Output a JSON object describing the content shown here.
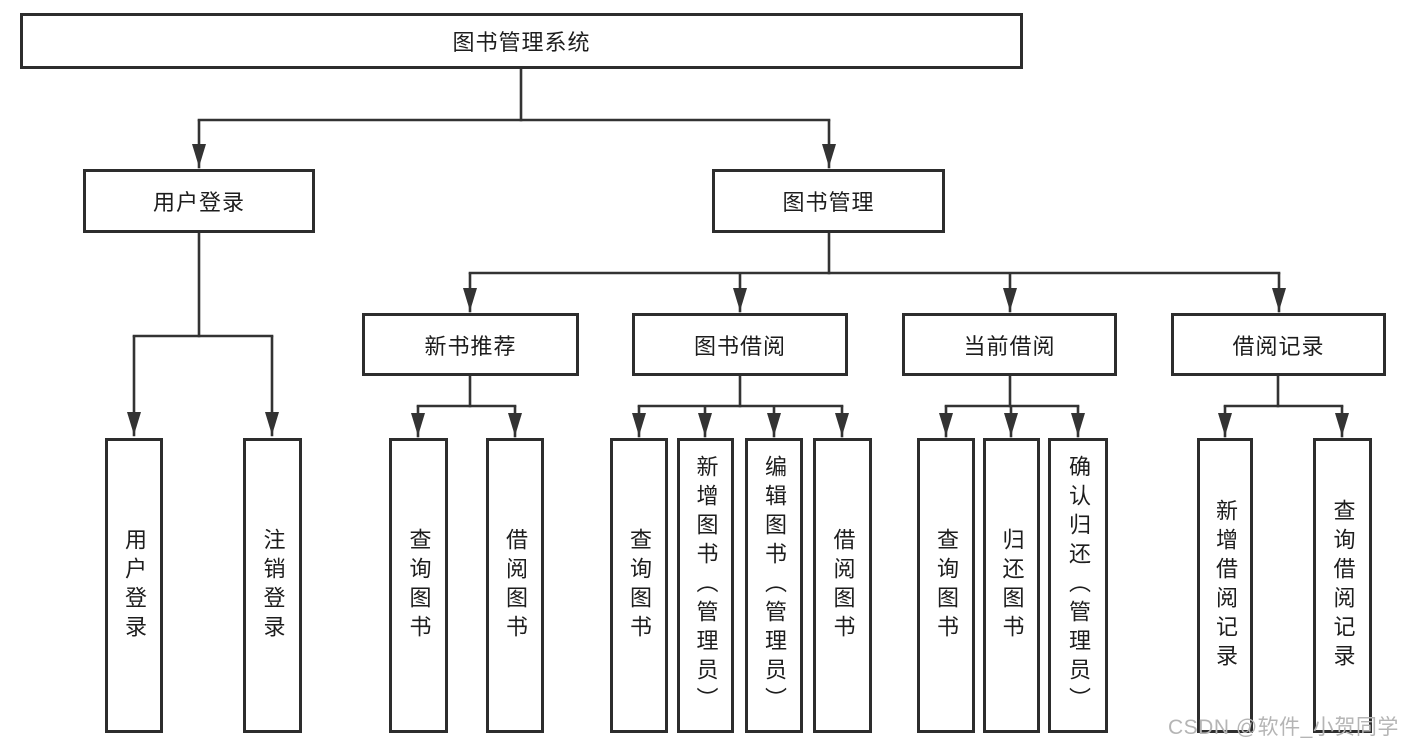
{
  "diagram": {
    "root": {
      "label": "图书管理系统",
      "children": [
        {
          "label": "用户登录",
          "children": [
            {
              "label": "用户登录"
            },
            {
              "label": "注销登录"
            }
          ]
        },
        {
          "label": "图书管理",
          "children": [
            {
              "label": "新书推荐",
              "children": [
                {
                  "label": "查询图书"
                },
                {
                  "label": "借阅图书"
                }
              ]
            },
            {
              "label": "图书借阅",
              "children": [
                {
                  "label": "查询图书"
                },
                {
                  "label": "新增图书（管理员）"
                },
                {
                  "label": "编辑图书（管理员）"
                },
                {
                  "label": "借阅图书"
                }
              ]
            },
            {
              "label": "当前借阅",
              "children": [
                {
                  "label": "查询图书"
                },
                {
                  "label": "归还图书"
                },
                {
                  "label": "确认归还（管理员）"
                }
              ]
            },
            {
              "label": "借阅记录",
              "children": [
                {
                  "label": "新增借阅记录"
                },
                {
                  "label": "查询借阅记录"
                }
              ]
            }
          ]
        }
      ]
    }
  },
  "watermark": {
    "text": "CSDN @软件_小贺同学"
  },
  "colors": {
    "line": "#333333",
    "box_border": "#2d2d2d",
    "text": "#1d1d1d",
    "watermark": "#b5b5b5",
    "background": "#ffffff"
  }
}
